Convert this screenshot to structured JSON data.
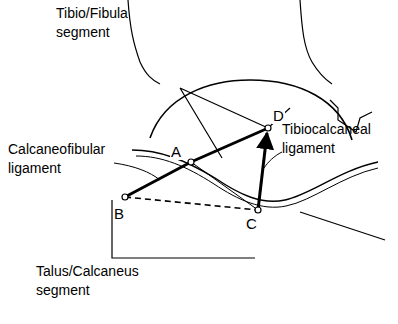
{
  "diagram": {
    "labels": [
      "Tibio/Fibula segment",
      "Calcaneofibular ligament",
      "Tibiocalcaneal ligament",
      "Talus/Calcaneus segment",
      "A",
      "B",
      "C",
      "D"
    ]
  }
}
